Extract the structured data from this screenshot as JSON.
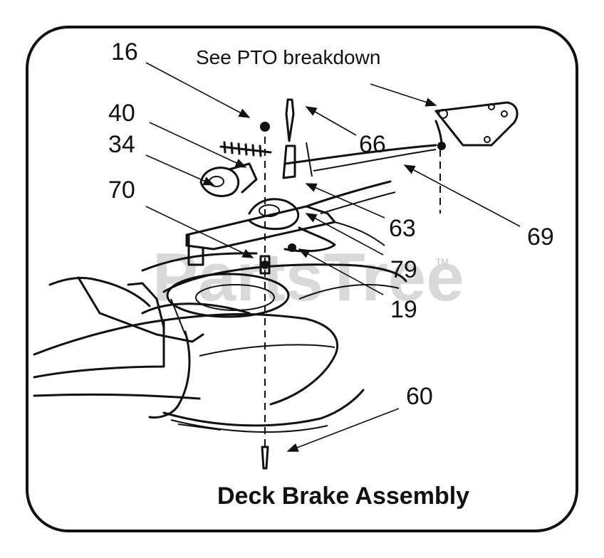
{
  "diagram": {
    "title": "Deck Brake Assembly",
    "note": "See PTO breakdown",
    "watermark": "PartsTree",
    "trademark": "TM",
    "callouts": {
      "c16": "16",
      "c40": "40",
      "c34": "34",
      "c70": "70",
      "c66": "66",
      "c63": "63",
      "c69": "69",
      "c79": "79",
      "c19": "19",
      "c60": "60"
    }
  }
}
